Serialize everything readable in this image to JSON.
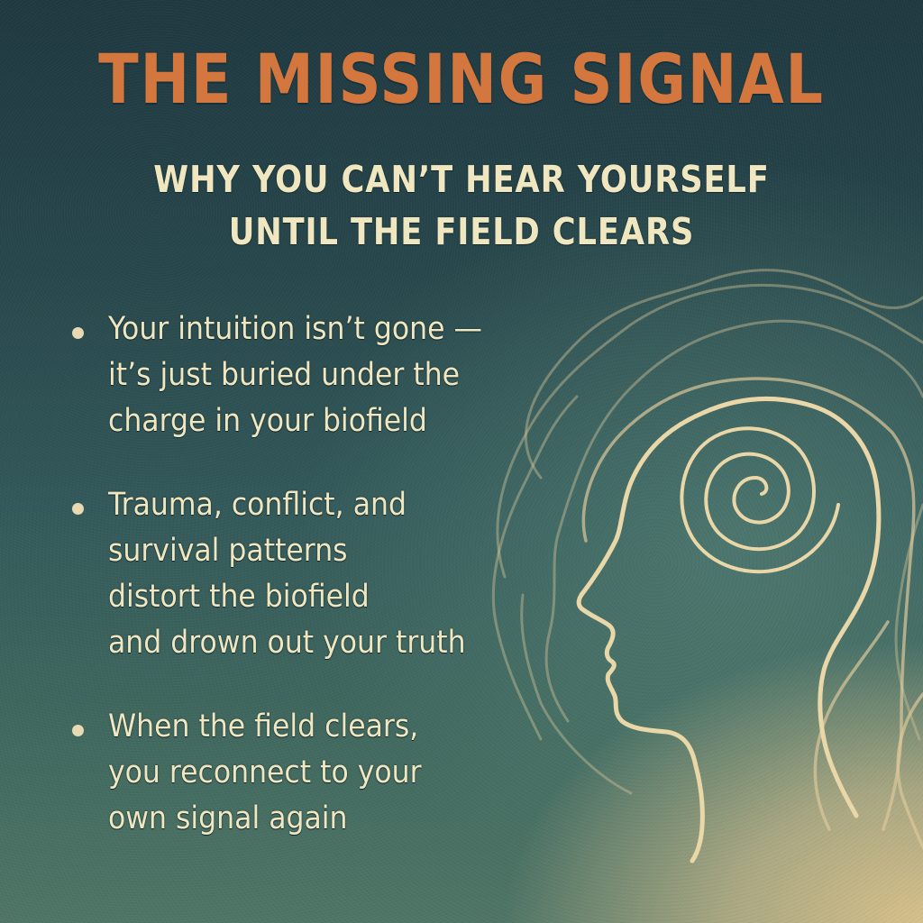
{
  "poster": {
    "title": "THE MISSING SIGNAL",
    "subtitle_lines": [
      "WHY YOU CAN’T HEAR YOURSELF",
      "UNTIL THE FIELD CLEARS"
    ],
    "bullets": [
      {
        "lines": [
          "Your intuition isn’t gone —",
          "it’s just buried under the",
          "charge in your biofield"
        ]
      },
      {
        "lines": [
          "Trauma, conflict, and",
          "survival patterns",
          "distort the biofield",
          "and drown out your truth"
        ]
      },
      {
        "lines": [
          "When the field clears,",
          "you reconnect to your",
          "own signal again"
        ]
      }
    ],
    "illustration": {
      "icon": "head-profile-spiral-icon",
      "description": "Line-art head profile with a spiral in the mind, surrounded by wavy field lines"
    }
  },
  "colors": {
    "title": "#d4773f",
    "text": "#f0e6bf",
    "line": "#e8d3a0",
    "background_top": "#1f3940",
    "background_bottom_right": "#dec48c"
  }
}
